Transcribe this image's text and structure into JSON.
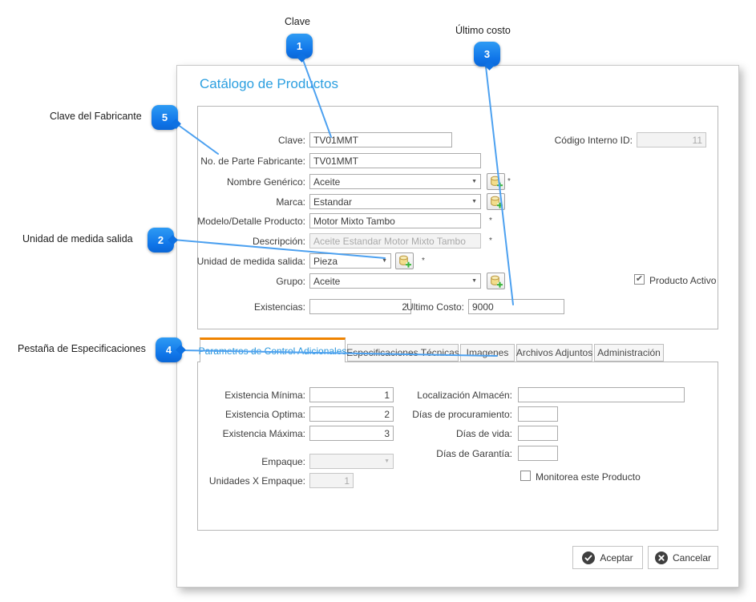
{
  "callouts": {
    "clave": {
      "num": "1",
      "label": "Clave"
    },
    "unidad": {
      "num": "2",
      "label": "Unidad de medida salida"
    },
    "ultimo_costo": {
      "num": "3",
      "label": "Último costo"
    },
    "pestana": {
      "num": "4",
      "label": "Pestaña de Especificaciones"
    },
    "fabricante": {
      "num": "5",
      "label": "Clave del Fabricante"
    }
  },
  "icons": {
    "dropdown_arrow": "▼",
    "add_button": "database-add-icon",
    "accept": "check-circle-icon",
    "cancel": "x-circle-icon"
  },
  "colors": {
    "title_blue": "#2b9fe0",
    "tab_orange": "#ef8300",
    "balloon_blue": "#1585ee",
    "line_blue": "#4da1f0"
  },
  "dialog": {
    "title": "Catálogo de Productos",
    "form": {
      "clave": {
        "label": "Clave:",
        "value": "TV01MMT"
      },
      "codigo_interno": {
        "label": "Código Interno ID:",
        "value": "11"
      },
      "no_parte": {
        "label": "No. de Parte Fabricante:",
        "value": "TV01MMT"
      },
      "nombre_generico": {
        "label": "Nombre Genérico:",
        "value": "Aceite",
        "required_mark": "*"
      },
      "marca": {
        "label": "Marca:",
        "value": "Estandar"
      },
      "modelo": {
        "label": "Modelo/Detalle Producto:",
        "value": "Motor Mixto Tambo",
        "required_mark": "*"
      },
      "descripcion": {
        "label": "Descripción:",
        "value": "Aceite Estandar Motor Mixto Tambo",
        "required_mark": "*"
      },
      "unidad_salida": {
        "label": "Unidad de medida salida:",
        "value": "Pieza",
        "required_mark": "*"
      },
      "grupo": {
        "label": "Grupo:",
        "value": "Aceite"
      },
      "existencias": {
        "label": "Existencias:",
        "value": "2"
      },
      "ultimo_costo": {
        "label": "Ultimo Costo:",
        "value": "9000"
      },
      "producto_activo": {
        "label": "Producto Activo",
        "mark": "✔"
      }
    },
    "tabs": {
      "t0": "Parametros de Control Adicionales",
      "t1": "Especificaciones Técnicas",
      "t2": "Imagenes",
      "t3": "Archivos Adjuntos",
      "t4": "Administración"
    },
    "params": {
      "exist_min": {
        "label": "Existencia Mínima:",
        "value": "1"
      },
      "exist_opt": {
        "label": "Existencia Optima:",
        "value": "2"
      },
      "exist_max": {
        "label": "Existencia Máxima:",
        "value": "3"
      },
      "empaque": {
        "label": "Empaque:",
        "value": ""
      },
      "unidades_empaque": {
        "label": "Unidades X Empaque:",
        "value": "1"
      },
      "localizacion": {
        "label": "Localización Almacén:",
        "value": ""
      },
      "dias_proc": {
        "label": "Días de procuramiento:",
        "value": ""
      },
      "dias_vida": {
        "label": "Días de vida:",
        "value": ""
      },
      "dias_gar": {
        "label": "Días de Garantía:",
        "value": ""
      },
      "monitorea": {
        "label": "Monitorea este Producto",
        "mark": ""
      }
    },
    "buttons": {
      "aceptar": "Aceptar",
      "cancelar": "Cancelar"
    }
  }
}
